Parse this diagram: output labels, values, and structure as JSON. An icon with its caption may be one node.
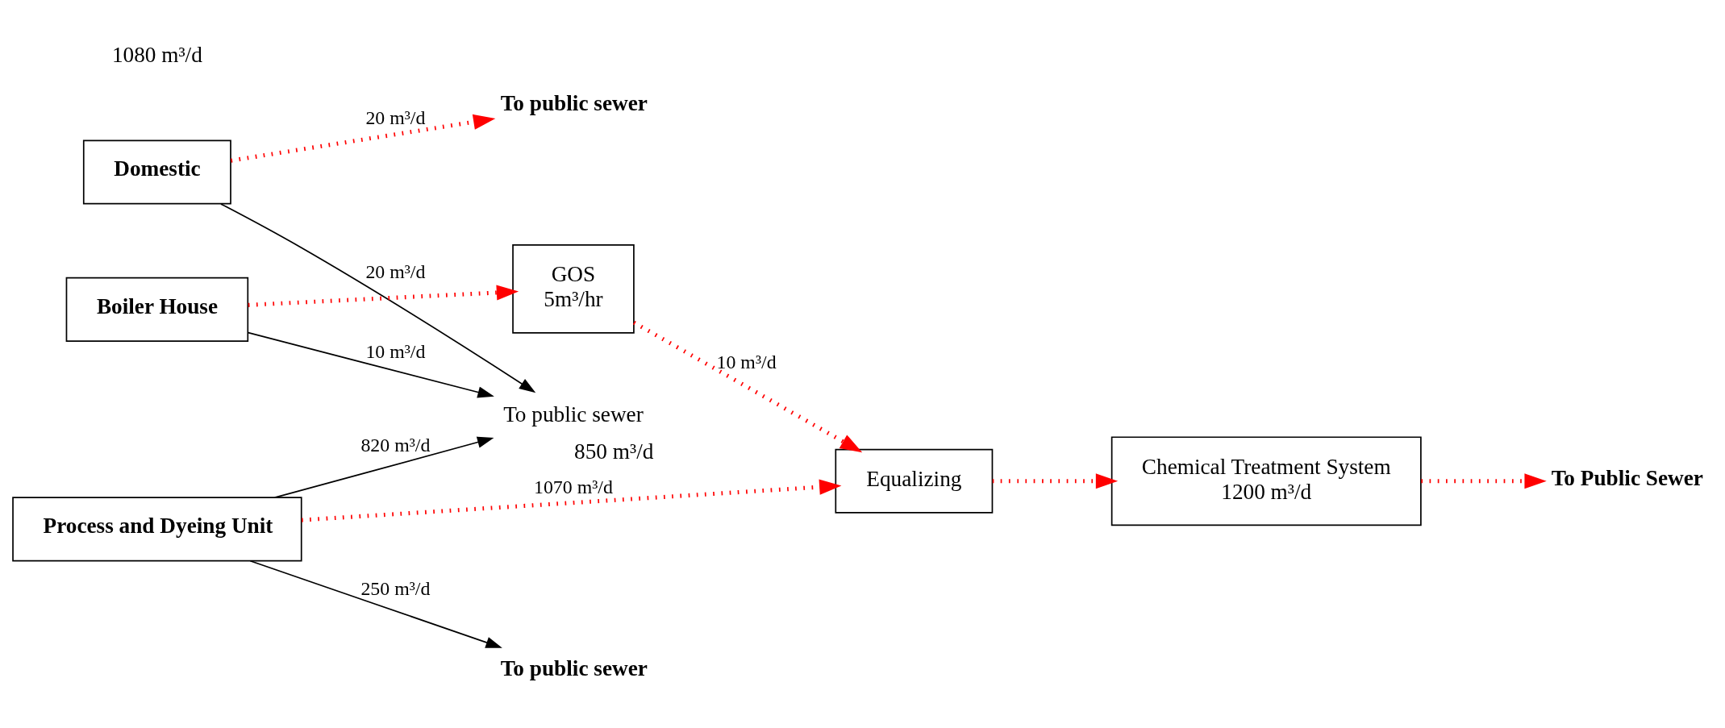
{
  "diagram": {
    "nodes": [
      {
        "text": [
          "Domestic"
        ]
      },
      {
        "text": [
          "Boiler House"
        ]
      },
      {
        "text": [
          "Process and Dyeing Unit"
        ]
      },
      {
        "text": [
          "GOS",
          "5m³/hr"
        ]
      },
      {
        "text": [
          "Equalizing"
        ]
      },
      {
        "text": [
          "Chemical Treatment System",
          "1200 m³/d"
        ]
      },
      {
        "text": [
          "To public sewer"
        ]
      },
      {
        "text": [
          "To public sewer"
        ],
        "beside": [
          "850 m³/d"
        ]
      },
      {
        "text": [
          "To public sewer"
        ]
      },
      {
        "text": [
          "To Public Sewer"
        ]
      }
    ],
    "edges": [
      {
        "from": 0,
        "to": 6,
        "arrow": "to",
        "label": "20 m³/d",
        "style": "dashed"
      },
      {
        "from": 0,
        "to": 7,
        "arrow": "to",
        "label": "20 m³/d",
        "color": "#000000"
      },
      {
        "from": 1,
        "to": 7,
        "arrow": "to",
        "label": "10 m³/d",
        "color": "#000000"
      },
      {
        "from": 1,
        "to": 3,
        "arrow": "to",
        "style": "dashed"
      },
      {
        "from": 2,
        "to": 7,
        "arrow": "to",
        "label": "820 m³/d",
        "color": "#000000"
      },
      {
        "from": 3,
        "to": 4,
        "arrow": "to",
        "label": "10 m³/d",
        "style": "dashed"
      },
      {
        "from": 2,
        "to": 4,
        "arrow": "to",
        "label": "1070 m³/d",
        "style": "dashed"
      },
      {
        "from": 2,
        "to": 8,
        "arrow": "to",
        "label": "250 m³/d",
        "color": "#000000"
      },
      {
        "from": 4,
        "to": 5,
        "arrow": "to",
        "style": "dashed"
      },
      {
        "from": 5,
        "to": 9,
        "arrow": "to",
        "style": "dashed"
      }
    ],
    "labels": [
      "1080 m³/d"
    ]
  }
}
